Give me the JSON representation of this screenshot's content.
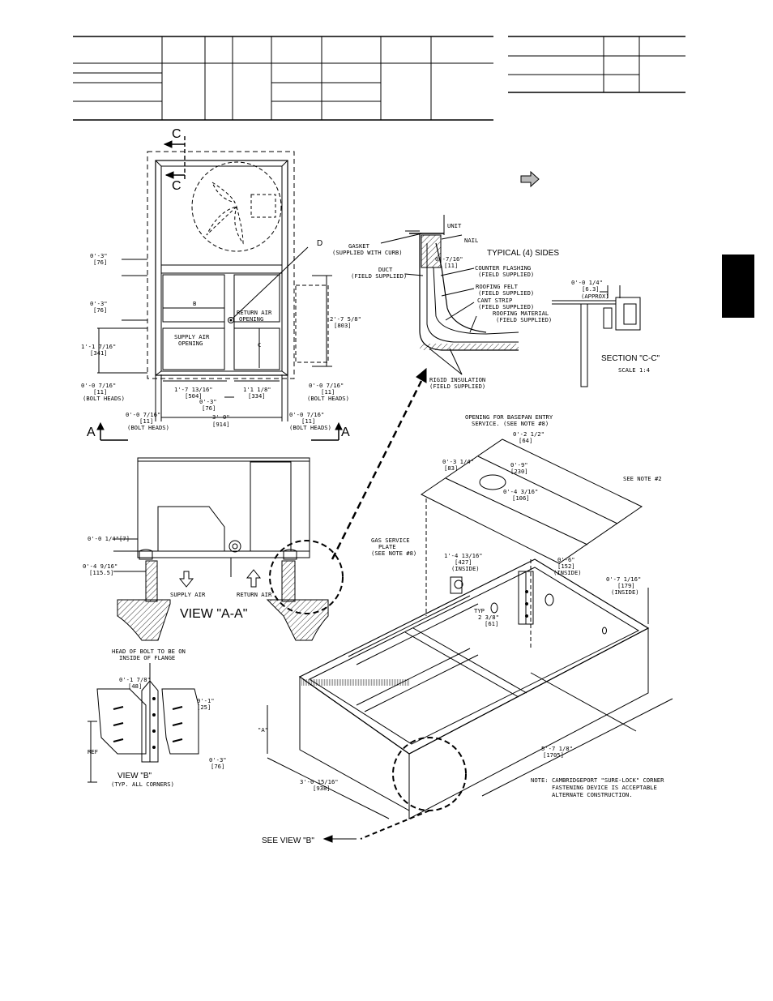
{
  "dims": {
    "d03_a": "0'-3\"",
    "d03_a_mm": "[76]",
    "d03_b": "0'-3\"",
    "d03_b_mm": "[76]",
    "d1_1_7_16": "1'-1 7/16\"",
    "d1_1_7_16_mm": "[341]",
    "d0_0_7_16_l": "0'-0 7/16\"",
    "d0_0_7_16_l_mm": "[11]",
    "bolt_heads_l": "(BOLT HEADS)",
    "d2_7_5_8": "2'-7 5/8\"",
    "d2_7_5_8_mm": "[803]",
    "d0_0_7_16_r": "0'-0 7/16\"",
    "d0_0_7_16_r_mm": "[11]",
    "bolt_heads_r": "(BOLT HEADS)",
    "d1_7_13_16": "1'-7 13/16\"",
    "d1_7_13_16_mm": "[504]",
    "d1_1_1_8": "1'1 1/8\"",
    "d1_1_1_8_mm": "[334]",
    "d0_3_c": "0'-3\"",
    "d0_3_c_mm": "[76]",
    "d0_0_7_16_bl": "0'-0 7/16\"",
    "d0_0_7_16_bl_mm": "[11]",
    "bolt_heads_bl": "(BOLT HEADS)",
    "d3_0": "3'-0\"",
    "d3_0_mm": "[914]",
    "d0_0_7_16_br": "0'-0 7/16\"",
    "d0_0_7_16_br_mm": "[11]",
    "bolt_heads_br": "(BOLT HEADS)",
    "d0_0_7_16_s": "0'-7/16\"",
    "d0_0_7_16_s_mm": "[11]",
    "d0_0_1_4": "0'-0 1/4\"",
    "d0_0_1_4_mm": "[6.3]",
    "approx": "(APPROX)",
    "va_0_0_1_4": "0'-0 1/4\"[7]",
    "va_0_4_9_16": "0'-4 9/16\"",
    "va_0_4_9_16_mm": "[115.5]",
    "vb_0_1_7_8": "0'-1 7/8\"",
    "vb_0_1_7_8_mm": "[48]",
    "vb_0_1": "0'-1\"",
    "vb_0_1_mm": "[25]",
    "vb_0_3": "0'-3\"",
    "vb_0_3_mm": "[76]",
    "i_0_2_1_2": "0'-2 1/2\"",
    "i_0_2_1_2_mm": "[64]",
    "i_0_3_1_4": "0'-3 1/4\"",
    "i_0_3_1_4_mm": "[83]",
    "i_0_9": "0'-9\"",
    "i_0_9_mm": "[230]",
    "i_0_4_3_16": "0'-4 3/16\"",
    "i_0_4_3_16_mm": "[106]",
    "i_1_4_13_16": "1'-4 13/16\"",
    "i_1_4_13_16_mm": "[427]",
    "inside_1": "(INSIDE)",
    "i_0_6": "0'-6\"",
    "i_0_6_mm": "[152]",
    "inside_2": "(INSIDE)",
    "i_0_7_1_16": "0'-7 1/16\"",
    "i_0_7_1_16_mm": "[179]",
    "inside_3": "(INSIDE)",
    "i_typ": "TYP",
    "i_2_3_8": "2 3/8\"",
    "i_2_3_8_mm": "[61]",
    "i_5_7_1_8": "5'-7 1/8\"",
    "i_5_7_1_8_mm": "[1705]",
    "i_3_0_15_16": "3'-0 15/16\"",
    "i_3_0_15_16_mm": "[938]",
    "ref": "REF"
  },
  "labels": {
    "c_top": "C",
    "c_bot": "C",
    "d_label": "D",
    "b_label": "B",
    "c_label": "C",
    "return_air_opening": "RETURN AIR",
    "return_air_opening2": "OPENING",
    "supply_air_opening": "SUPPLY AIR",
    "supply_air_opening2": "OPENING",
    "a_left": "A",
    "a_right": "A",
    "unit": "UNIT",
    "nail": "NAIL",
    "gasket": "GASKET",
    "gasket2": "(SUPPLIED WITH CURB)",
    "typical_sides": "TYPICAL (4) SIDES",
    "duct": "DUCT",
    "duct2": "(FIELD SUPPLIED)",
    "counter_flashing": "COUNTER FLASHING",
    "counter_flashing2": "(FIELD SUPPLIED)",
    "roofing_felt": "ROOFING FELT",
    "roofing_felt2": "(FIELD SUPPLIED)",
    "cant_strip": "CANT STRIP",
    "cant_strip2": "(FIELD SUPPLIED)",
    "roofing_material": "ROOFING MATERIAL",
    "roofing_material2": "(FIELD SUPPLIED)",
    "rigid_insulation": "RIGID INSULATION",
    "rigid_insulation2": "(FIELD SUPPLIED)",
    "section_cc": "SECTION \"C-C\"",
    "scale": "SCALE 1:4",
    "supply_air": "SUPPLY AIR",
    "return_air": "RETURN AIR",
    "view_aa": "VIEW \"A-A\"",
    "head_of_bolt": "HEAD OF BOLT TO BE ON",
    "head_of_bolt2": "INSIDE OF FLANGE",
    "view_b": "VIEW \"B\"",
    "view_b2": "(TYP. ALL CORNERS)",
    "opening_basepan": "OPENING FOR BASEPAN ENTRY",
    "opening_basepan2": "SERVICE. (SEE NOTE #8)",
    "see_note_2": "SEE NOTE #2",
    "gas_service": "GAS SERVICE",
    "gas_service2": "PLATE",
    "gas_service3": "(SEE NOTE #8)",
    "a_quote": "\"A\"",
    "see_view_b": "SEE VIEW \"B\"",
    "note1": "NOTE: CAMBRIDGEPORT \"SURE-LOCK\" CORNER",
    "note2": "FASTENING DEVICE IS ACCEPTABLE",
    "note3": "ALTERNATE CONSTRUCTION."
  }
}
